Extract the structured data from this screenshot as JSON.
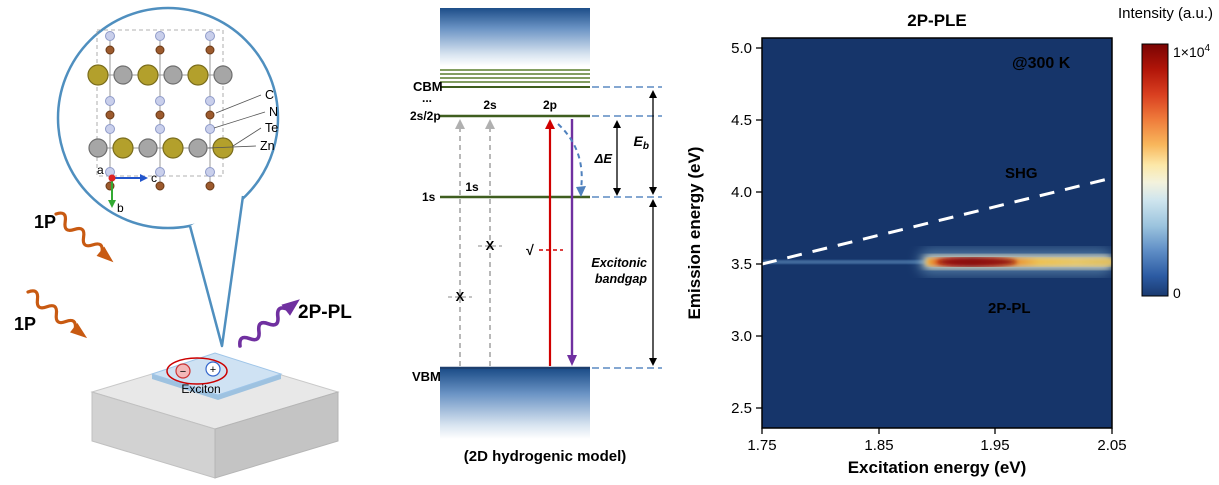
{
  "left_panel": {
    "pump_label_top": "1P",
    "pump_label_bottom": "1P",
    "emission_label": "2P-PL",
    "exciton": {
      "label": "Exciton",
      "minus": "−",
      "plus": "+"
    },
    "crystal_axes": {
      "a": "a",
      "b": "b",
      "c": "c"
    },
    "atom_legend": [
      {
        "label": "C",
        "color": "#9c5a2d"
      },
      {
        "label": "N",
        "color": "#c9cfeb"
      },
      {
        "label": "Te",
        "color": "#b3a02c"
      },
      {
        "label": "Zn",
        "color": "#a6a6a6"
      }
    ],
    "colors": {
      "pump": "#c85a12",
      "emission": "#7030a0",
      "bubble": "#4f8fbf"
    }
  },
  "energy_diagram": {
    "cbm_label": "CBM",
    "cbm_dots": "...",
    "level_2s2p_label": "2s/2p",
    "level_1s_label": "1s",
    "vbm_label": "VBM",
    "state_2s": "2s",
    "state_2p": "2p",
    "state_1s_gray": "1s",
    "delta_e_label": "ΔE",
    "binding_energy_label": "E",
    "binding_energy_sub": "b",
    "bandgap_line1": "Excitonic",
    "bandgap_line2": "bandgap",
    "forbidden_mark_1": "X",
    "forbidden_mark_2": "X",
    "allowed_mark": "√",
    "caption": "(2D hydrogenic model)"
  },
  "ple_map": {
    "title": "2P-PLE",
    "temperature_label": "@300 K",
    "shg_label": "SHG",
    "feature_label": "2P-PL",
    "xlabel": "Excitation energy (eV)",
    "ylabel": "Emission energy (eV)",
    "x_ticks": [
      "1.75",
      "1.85",
      "1.95",
      "2.05"
    ],
    "y_ticks": [
      "5.0",
      "4.5",
      "4.0",
      "3.5",
      "3.0",
      "2.5"
    ],
    "colorbar_title": "Intensity (a.u.)",
    "colorbar_max_base": "1×10",
    "colorbar_max_exp": "4",
    "colorbar_min": "0"
  },
  "chart_data": {
    "type": "heatmap",
    "title": "2P-PLE",
    "xlabel": "Excitation energy (eV)",
    "ylabel": "Emission energy (eV)",
    "xlim": [
      1.75,
      2.05
    ],
    "ylim": [
      2.5,
      5.0
    ],
    "x_ticks": [
      1.75,
      1.85,
      1.95,
      2.05
    ],
    "y_ticks": [
      2.5,
      3.0,
      3.5,
      4.0,
      4.5,
      5.0
    ],
    "colorbar": {
      "label": "Intensity (a.u.)",
      "min": 0,
      "max": 10000,
      "colormap": "blue→white→yellow→red"
    },
    "annotations": [
      "@300 K",
      "SHG",
      "2P-PL"
    ],
    "background_intensity": 0,
    "grid": false,
    "features": [
      {
        "name": "SHG",
        "type": "line",
        "style": "white-dashed",
        "relation": "emission = 2 × excitation",
        "endpoints": [
          [
            1.75,
            3.5
          ],
          [
            2.05,
            4.1
          ]
        ]
      },
      {
        "name": "2P-PL",
        "type": "horizontal-streak",
        "emission_eV": 3.52,
        "excitation_range_eV": [
          1.89,
          2.05
        ],
        "peak_excitation_eV": 1.93,
        "peak_intensity": 10000
      }
    ]
  }
}
